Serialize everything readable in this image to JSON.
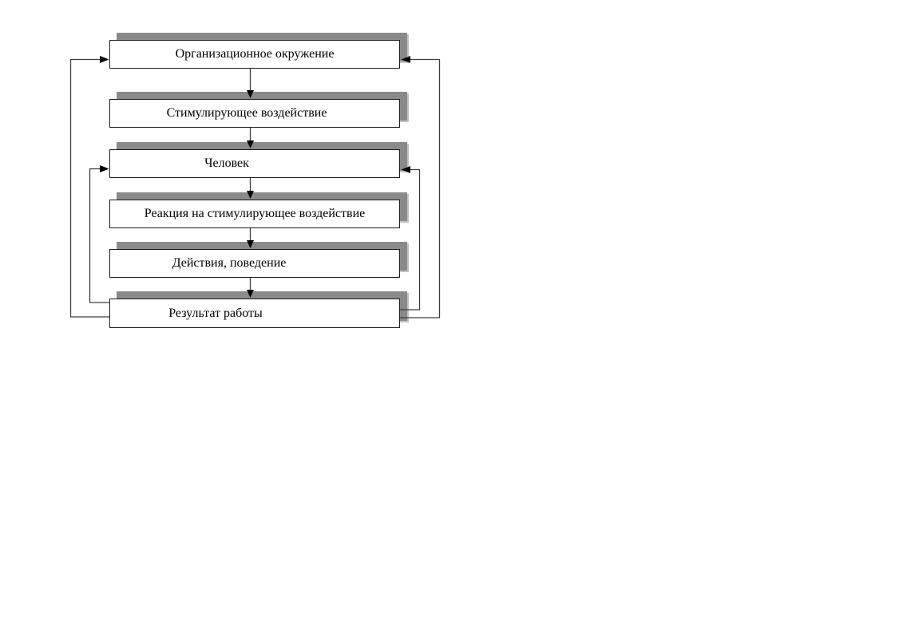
{
  "diagram": {
    "type": "flowchart",
    "language": "ru",
    "boxes": [
      {
        "id": "organizational-environment",
        "label": "Организационное окружение"
      },
      {
        "id": "stimulating-influence",
        "label": "Стимулирующее воздействие"
      },
      {
        "id": "person",
        "label": "Человек"
      },
      {
        "id": "reaction-to-stimulus",
        "label": "Реакция на стимулирующее воздействие"
      },
      {
        "id": "actions-behavior",
        "label": "Действия, поведение"
      },
      {
        "id": "work-result",
        "label": "Результат работы"
      }
    ],
    "edges": [
      {
        "from": "Организационное окружение",
        "to": "Стимулирующее воздействие",
        "kind": "forward"
      },
      {
        "from": "Стимулирующее воздействие",
        "to": "Человек",
        "kind": "forward"
      },
      {
        "from": "Человек",
        "to": "Реакция на стимулирующее воздействие",
        "kind": "forward"
      },
      {
        "from": "Реакция на стимулирующее воздействие",
        "to": "Действия, поведение",
        "kind": "forward"
      },
      {
        "from": "Действия, поведение",
        "to": "Результат работы",
        "kind": "forward"
      },
      {
        "from": "Результат работы",
        "to": "Организационное окружение",
        "kind": "feedback-left-outer"
      },
      {
        "from": "Результат работы",
        "to": "Человек",
        "kind": "feedback-left-inner"
      },
      {
        "from": "Результат работы",
        "to": "Организационное окружение",
        "kind": "feedback-right-outer"
      },
      {
        "from": "Результат работы",
        "to": "Человек",
        "kind": "feedback-right-inner"
      }
    ],
    "colors": {
      "box_background": "#ffffff",
      "box_border": "#1c1c1c",
      "shadow_dark": "#8a8a8a",
      "shadow_light": "#c3c3c3",
      "connector_line": "#3d3d3d",
      "arrowhead": "#000000",
      "text": "#000000",
      "page_background": "#ffffff"
    }
  }
}
